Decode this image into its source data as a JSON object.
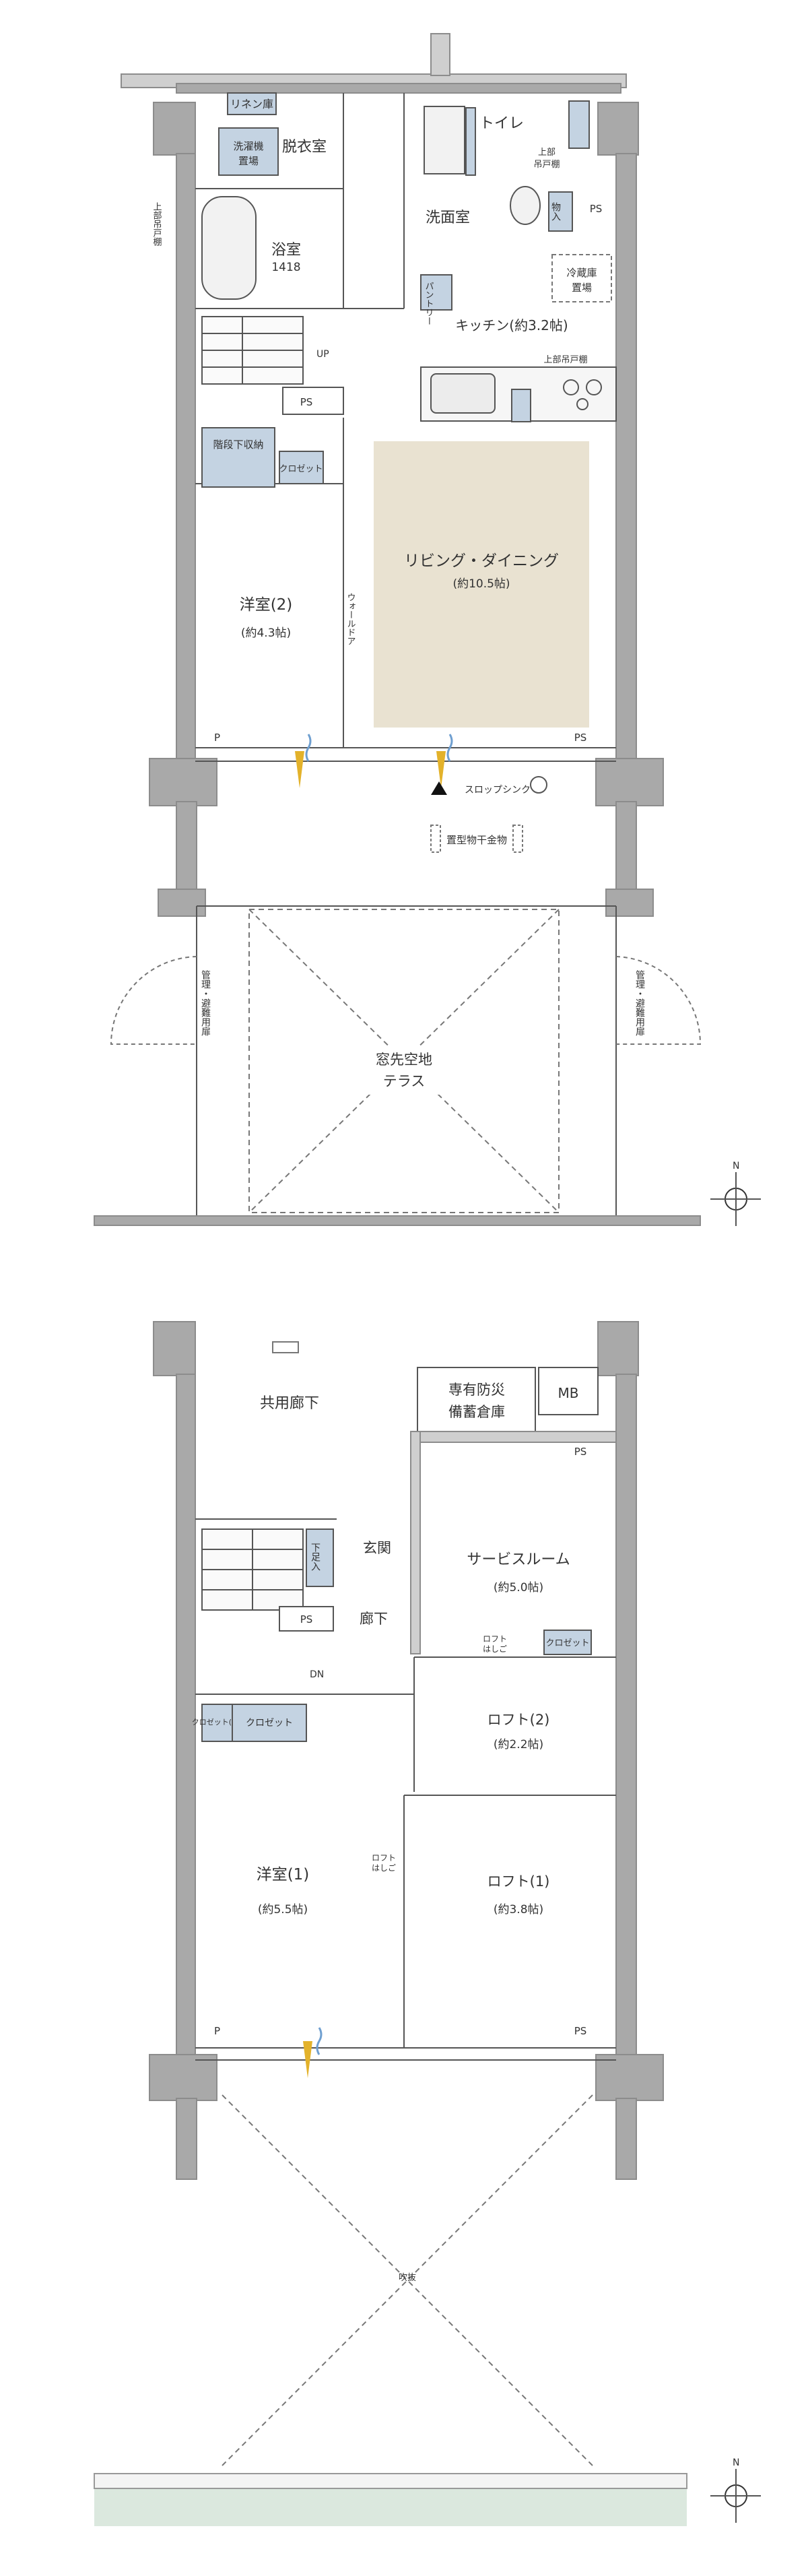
{
  "colors": {
    "wall": "#a9a9a9",
    "ldk_floor": "#e9e2d1",
    "storage_fill": "#c4d3e2",
    "balcony_green": "#dbe8de",
    "window_yellow": "#e3b22b",
    "window_blue": "#6f9fd0"
  },
  "lower_floor": {
    "linen": "リネン庫",
    "dressing": "脱衣室",
    "washer_1": "洗濯機",
    "washer_2": "置場",
    "upper_shelf_left": "上部吊戸棚",
    "bath": "浴室",
    "bath_size": "1418",
    "washroom": "洗面室",
    "toilet": "トイレ",
    "upper_shelf_1": "上部",
    "upper_shelf_2": "吊戸棚",
    "storage": "物入",
    "ps_right": "PS",
    "fridge_1": "冷蔵庫",
    "fridge_2": "置場",
    "pantry": "パントリー",
    "kitchen": "キッチン(約3.2帖)",
    "upper_shelf_kitchen": "上部吊戸棚",
    "up": "UP",
    "ps_stair": "PS",
    "under_stair": "階段下収納",
    "closet": "クロゼット",
    "living": "リビング・ダイニング",
    "living_size": "(約10.5帖)",
    "western2": "洋室(2)",
    "western2_size": "(約4.3帖)",
    "wall_door": "ウォールドア",
    "p_left": "P",
    "ps_bottom": "PS",
    "slop_sink": "スロップシンク",
    "dryer": "置型物干金物",
    "emergency_left": "管理・避難用扉",
    "emergency_right": "管理・避難用扉",
    "garden_1": "窓先空地",
    "garden_2": "テラス",
    "north": "N"
  },
  "upper_floor": {
    "corridor_common": "共用廊下",
    "disaster_1": "専有防災",
    "disaster_2": "備蓄倉庫",
    "mb": "MB",
    "ps_top": "PS",
    "entrance": "玄関",
    "shoe": "下足入",
    "service_room": "サービスルーム",
    "service_size": "(約5.0帖)",
    "loft_ladder_1": "ロフト",
    "loft_ladder_2": "はしご",
    "closet_service": "クロゼット",
    "ps_stair": "PS",
    "hallway": "廊下",
    "dn": "DN",
    "closet_small": "クロゼット(棚)",
    "closet": "クロゼット",
    "loft2": "ロフト(2)",
    "loft2_size": "(約2.2帖)",
    "western1": "洋室(1)",
    "western1_size": "(約5.5帖)",
    "loft_ladder2_1": "ロフト",
    "loft_ladder2_2": "はしご",
    "loft1": "ロフト(1)",
    "loft1_size": "(約3.8帖)",
    "p_left": "P",
    "ps_bottom": "PS",
    "void": "吹抜",
    "north": "N"
  }
}
